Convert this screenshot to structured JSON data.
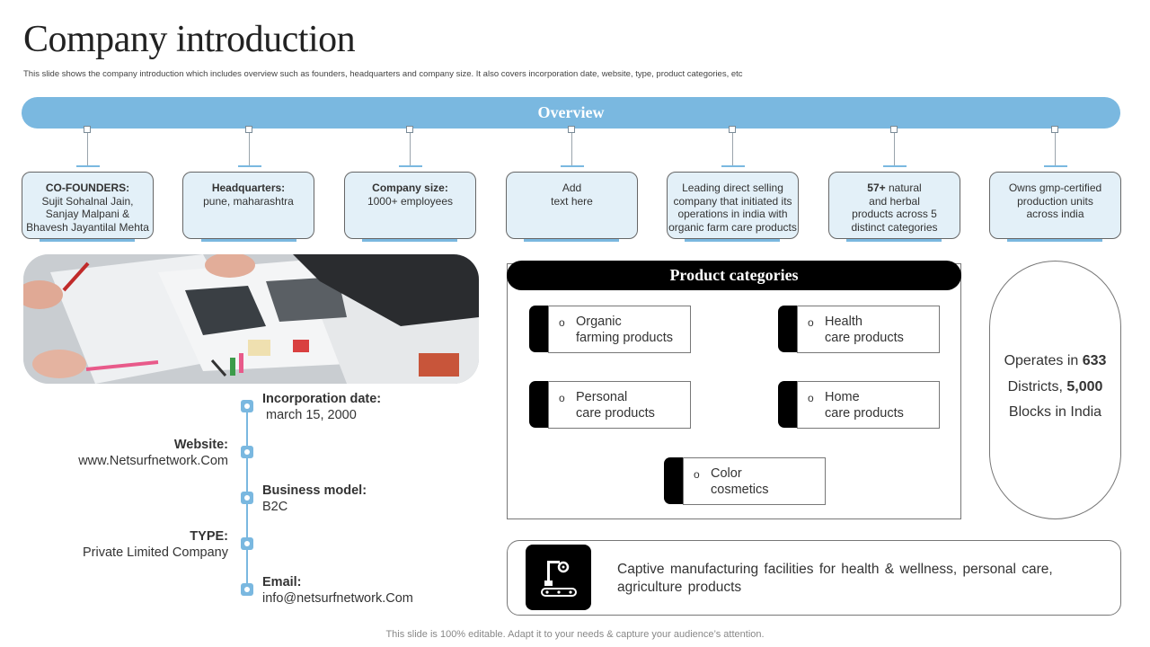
{
  "title": "Company introduction",
  "subtitle": "This slide shows the company introduction which includes overview such as founders, headquarters and company size. It also covers incorporation date, website, type, product categories, etc",
  "overview": {
    "label": "Overview",
    "cards": [
      {
        "key": "CO-FOUNDERS:",
        "lines": [
          "Sujit Sohalnal Jain,",
          "Sanjay Malpani &",
          "Bhavesh Jayantilal Mehta"
        ]
      },
      {
        "key": "Headquarters:",
        "lines": [
          "pune, maharashtra"
        ]
      },
      {
        "key": "Company size:",
        "lines": [
          "1000+ employees"
        ]
      },
      {
        "key": "",
        "lines": [
          "Add",
          "text here"
        ]
      },
      {
        "key": "",
        "lines": [
          "Leading direct selling",
          "company that initiated its",
          "operations in india with",
          "organic farm care products"
        ]
      },
      {
        "strong": "57+",
        "rest": " natural",
        "lines": [
          "and herbal",
          "products across 5",
          "distinct categories"
        ]
      },
      {
        "key": "",
        "lines": [
          "Owns gmp-certified",
          "production units",
          "across india"
        ]
      }
    ]
  },
  "timeline": {
    "incorporation": {
      "label": "Incorporation date:",
      "value": " march 15, 2000"
    },
    "website": {
      "label": "Website:",
      "value": "www.Netsurfnetwork.Com"
    },
    "business_model": {
      "label": "Business model:",
      "value": "B2C"
    },
    "type": {
      "label": "TYPE:",
      "value": "Private Limited Company"
    },
    "email": {
      "label": "Email:",
      "value": "info@netsurfnetwork.Com"
    }
  },
  "product_categories": {
    "header": "Product categories",
    "bullet": "o",
    "items": [
      {
        "line1": "Organic",
        "line2": "farming products"
      },
      {
        "line1": "Health",
        "line2": "care products"
      },
      {
        "line1": "Personal",
        "line2": "care products"
      },
      {
        "line1": "Home",
        "line2": "care products"
      },
      {
        "line1": "Color",
        "line2": "cosmetics"
      }
    ]
  },
  "reach": {
    "line1_prefix": "Operates in ",
    "line1_value": "633",
    "line2_prefix": "Districts, ",
    "line2_value": "5,000",
    "line3": "Blocks in India"
  },
  "captive": {
    "icon": "factory-robot-arm-icon",
    "text": "Captive manufacturing  facilities for health  & wellness,  personal care,  agriculture  products"
  },
  "footer": "This slide is 100% editable. Adapt it to your needs & capture your audience’s attention.",
  "colors": {
    "accent": "#7ab8e0",
    "card_fill": "#e3f0f8",
    "dark": "#000000"
  }
}
